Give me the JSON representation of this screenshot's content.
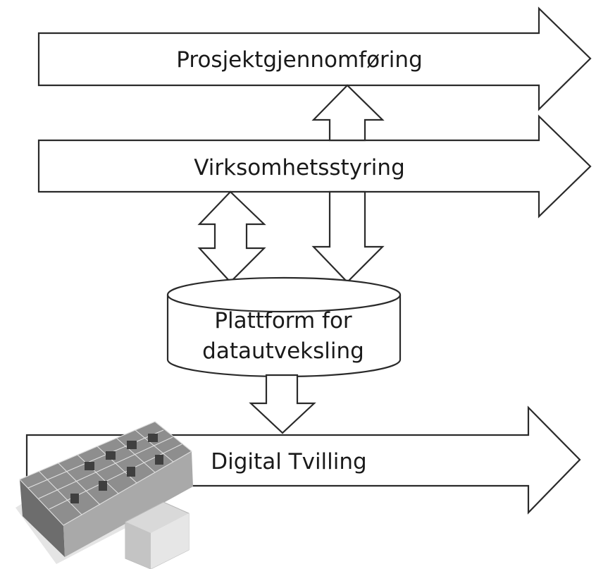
{
  "labels": {
    "prosjekt": "Prosjektgjennomføring",
    "virksomhet": "Virksomhetsstyring",
    "plattform_line1": "Plattform for",
    "plattform_line2": "datautveksling",
    "tvilling": "Digital Tvilling"
  },
  "colors": {
    "stroke": "#2a2a2a",
    "fill": "#ffffff",
    "text": "#1a1a1a"
  },
  "illustration": "building-model-icon"
}
